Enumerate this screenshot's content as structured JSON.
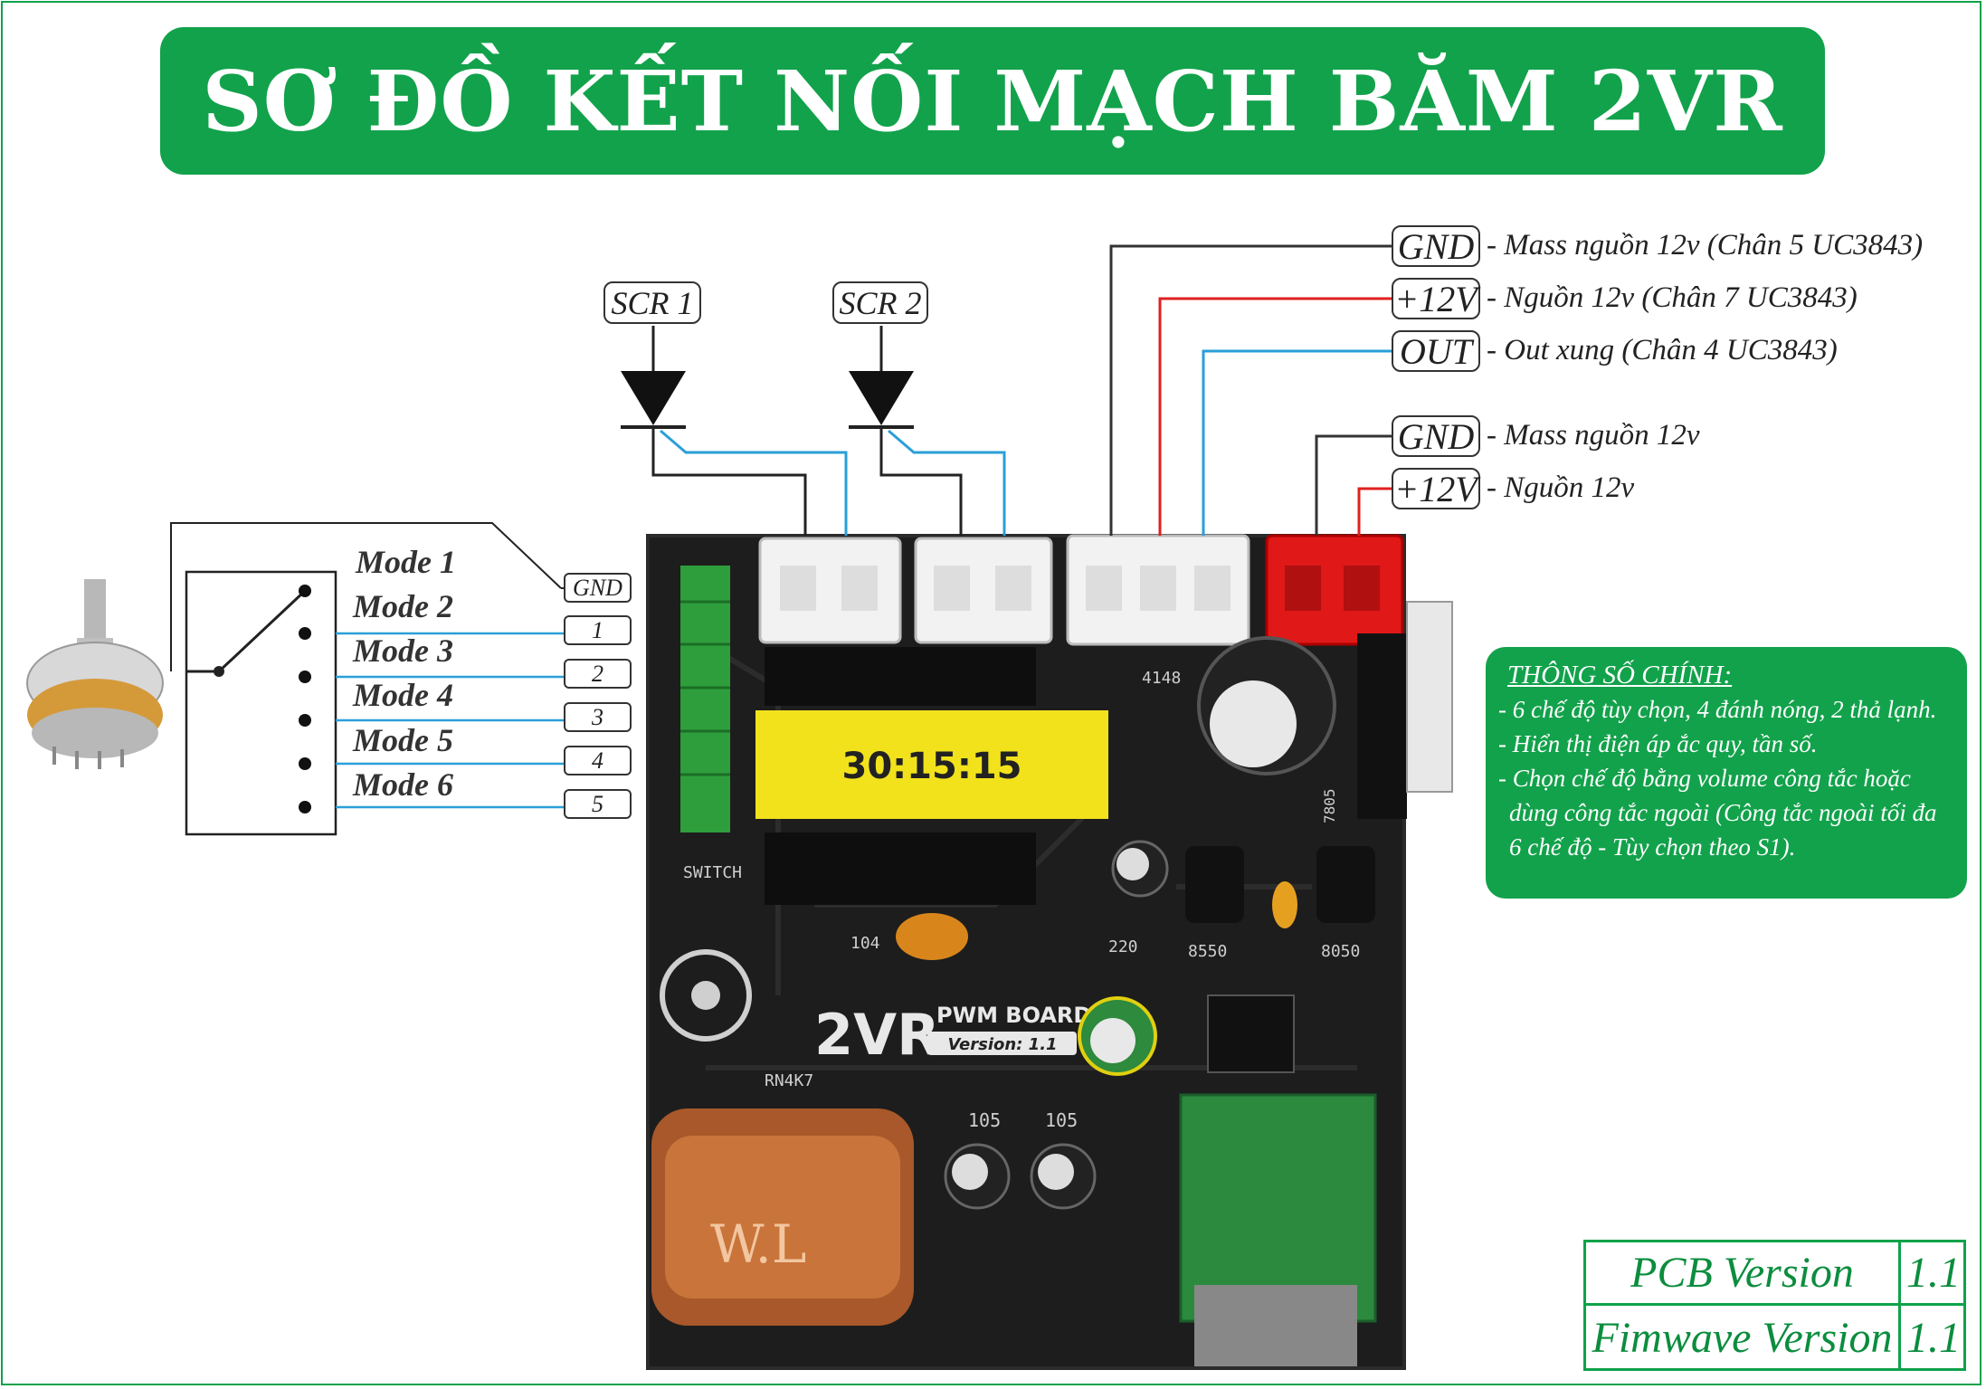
{
  "title": "SƠ ĐỒ KẾT NỐI MẠCH BĂM 2VR",
  "scr_labels": [
    "SCR 1",
    "SCR 2"
  ],
  "power_connections": [
    {
      "pin": "GND",
      "desc": "- Mass nguồn 12v (Chân 5 UC3843)"
    },
    {
      "pin": "+12V",
      "desc": "- Nguồn 12v (Chân 7 UC3843)"
    },
    {
      "pin": "OUT",
      "desc": "- Out xung (Chân 4 UC3843)"
    },
    {
      "pin": "GND",
      "desc": "- Mass nguồn 12v"
    },
    {
      "pin": "+12V",
      "desc": "- Nguồn 12v"
    }
  ],
  "modes": [
    "Mode 1",
    "Mode 2",
    "Mode 3",
    "Mode 4",
    "Mode 5",
    "Mode 6"
  ],
  "switch_pins": [
    "GND",
    "1",
    "2",
    "3",
    "4",
    "5"
  ],
  "board": {
    "transformer_label": "30:15:15",
    "name": "2VR",
    "subtitle": "PWM BOARD",
    "version": "Version: 1.1",
    "silk": {
      "switch": "SWITCH",
      "rn": "RN4K7",
      "cap104": "104",
      "diode": "4148",
      "t8550": "8550",
      "t8050": "8050",
      "c105a": "105",
      "c105b": "105",
      "r220": "220",
      "reg": "7805",
      "coil": "W.L"
    }
  },
  "specs": {
    "title": "THÔNG SỐ CHÍNH:",
    "items": [
      "- 6 chế độ tùy chọn, 4 đánh nóng, 2 thả lạnh.",
      "- Hiển thị điện áp ắc quy, tần số.",
      "- Chọn chế độ bằng volume công tắc hoặc",
      "dùng công tắc ngoài (Công tắc ngoài tối đa",
      "6 chế độ - Tùy chọn theo S1)."
    ]
  },
  "versions": [
    {
      "label": "PCB Version",
      "value": "1.1"
    },
    {
      "label": "Fimwave Version",
      "value": "1.1"
    }
  ],
  "colors": {
    "accent": "#12a24b",
    "wire_black": "#333333",
    "wire_red": "#e02020",
    "wire_blue": "#2a9fd8",
    "pcb": "#1c1c1c"
  }
}
